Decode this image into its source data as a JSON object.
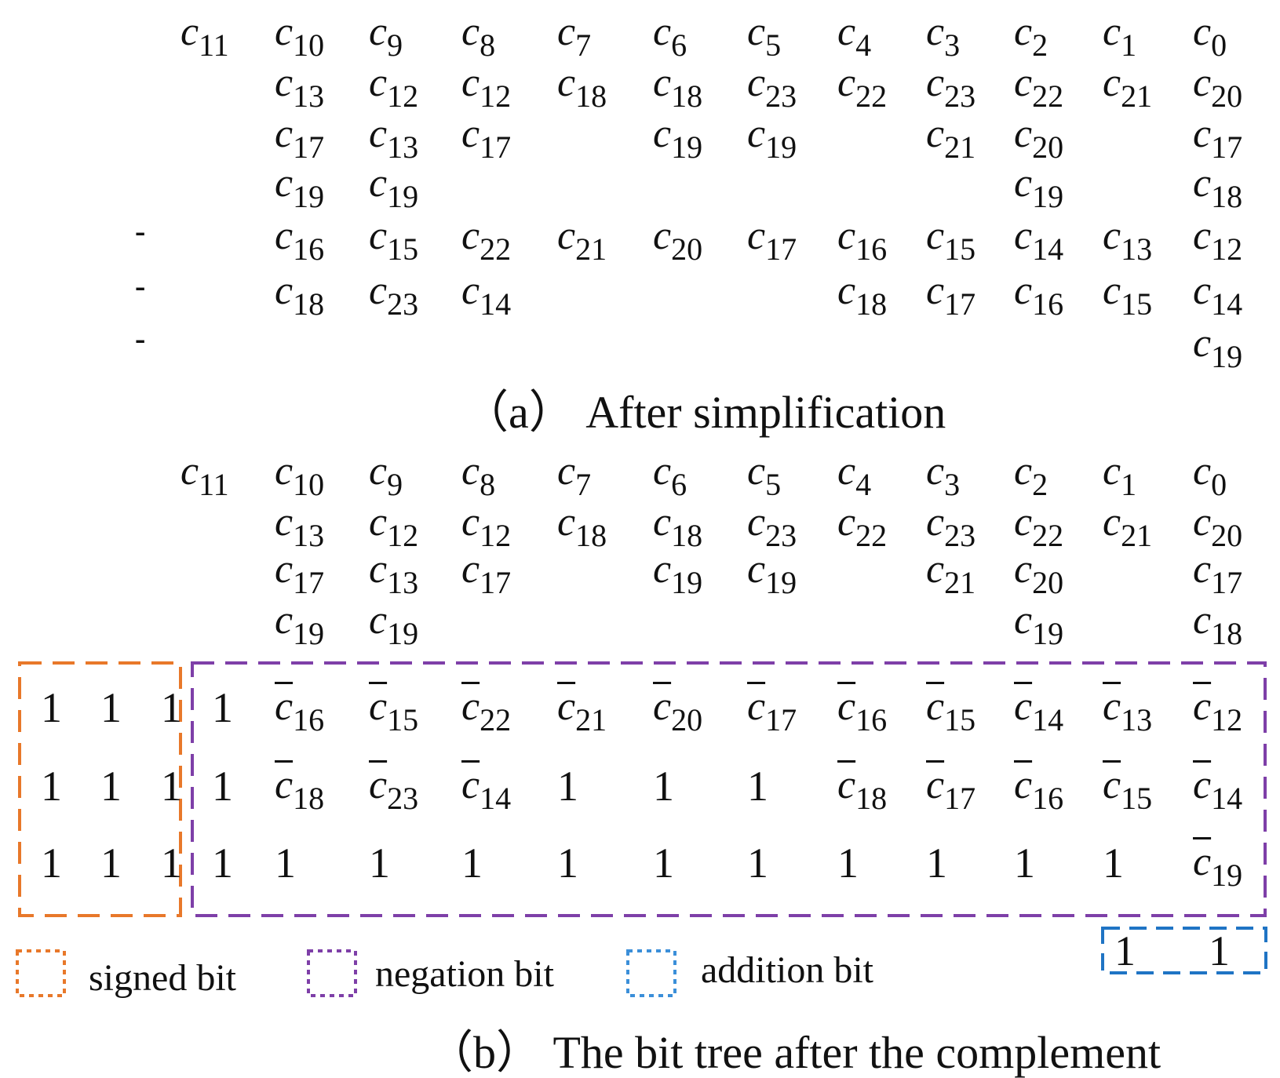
{
  "diagram_a": {
    "caption": "（a） After simplification",
    "rows": [
      [
        "c11",
        "c10",
        "c9",
        "c8",
        "c7",
        "c6",
        "c5",
        "c4",
        "c3",
        "c2",
        "c1",
        "c0"
      ],
      [
        "",
        "c13",
        "c12",
        "c12",
        "c18",
        "c18",
        "c23",
        "c22",
        "c23",
        "c22",
        "c21",
        "c20"
      ],
      [
        "",
        "c17",
        "c13",
        "c17",
        "",
        "c19",
        "c19",
        "",
        "c21",
        "c20",
        "",
        "c17"
      ],
      [
        "",
        "c19",
        "c19",
        "",
        "",
        "",
        "",
        "",
        "",
        "c19",
        "",
        "c18"
      ],
      [
        "-",
        "c16",
        "c15",
        "c22",
        "c21",
        "c20",
        "c17",
        "c16",
        "c15",
        "c14",
        "c13",
        "c12"
      ],
      [
        "-",
        "c18",
        "c23",
        "c14",
        "",
        "",
        "",
        "c18",
        "c17",
        "c16",
        "c15",
        "c14"
      ],
      [
        "-",
        "",
        "",
        "",
        "",
        "",
        "",
        "",
        "",
        "",
        "",
        "c19"
      ]
    ]
  },
  "diagram_b": {
    "caption": "（b） The bit tree after the complement",
    "top_rows": [
      [
        "c11",
        "c10",
        "c9",
        "c8",
        "c7",
        "c6",
        "c5",
        "c4",
        "c3",
        "c2",
        "c1",
        "c0"
      ],
      [
        "",
        "c13",
        "c12",
        "c12",
        "c18",
        "c18",
        "c23",
        "c22",
        "c23",
        "c22",
        "c21",
        "c20"
      ],
      [
        "",
        "c17",
        "c13",
        "c17",
        "",
        "c19",
        "c19",
        "",
        "c21",
        "c20",
        "",
        "c17"
      ],
      [
        "",
        "c19",
        "c19",
        "",
        "",
        "",
        "",
        "",
        "",
        "c19",
        "",
        "c18"
      ]
    ],
    "signed_bits": [
      [
        "1",
        "1",
        "1"
      ],
      [
        "1",
        "1",
        "1"
      ],
      [
        "1",
        "1",
        "1"
      ]
    ],
    "negation_rows": [
      [
        "1",
        "~c16",
        "~c15",
        "~c22",
        "~c21",
        "~c20",
        "~c17",
        "~c16",
        "~c15",
        "~c14",
        "~c13",
        "~c12"
      ],
      [
        "1",
        "~c18",
        "~c23",
        "~c14",
        "1",
        "1",
        "1",
        "~c18",
        "~c17",
        "~c16",
        "~c15",
        "~c14"
      ],
      [
        "1",
        "1",
        "1",
        "1",
        "1",
        "1",
        "1",
        "1",
        "1",
        "1",
        "1",
        "~c19"
      ]
    ],
    "addition_bits": [
      "1",
      "1"
    ]
  },
  "legend": {
    "items": [
      {
        "label": "signed bit",
        "color": "#E8782A"
      },
      {
        "label": "negation  bit",
        "color": "#7E3FA8"
      },
      {
        "label": "addition  bit",
        "color": "#3B8FD9"
      }
    ]
  },
  "colors": {
    "signed": "#E8782A",
    "negation": "#7E3FA8",
    "addition": "#1F74C4"
  }
}
